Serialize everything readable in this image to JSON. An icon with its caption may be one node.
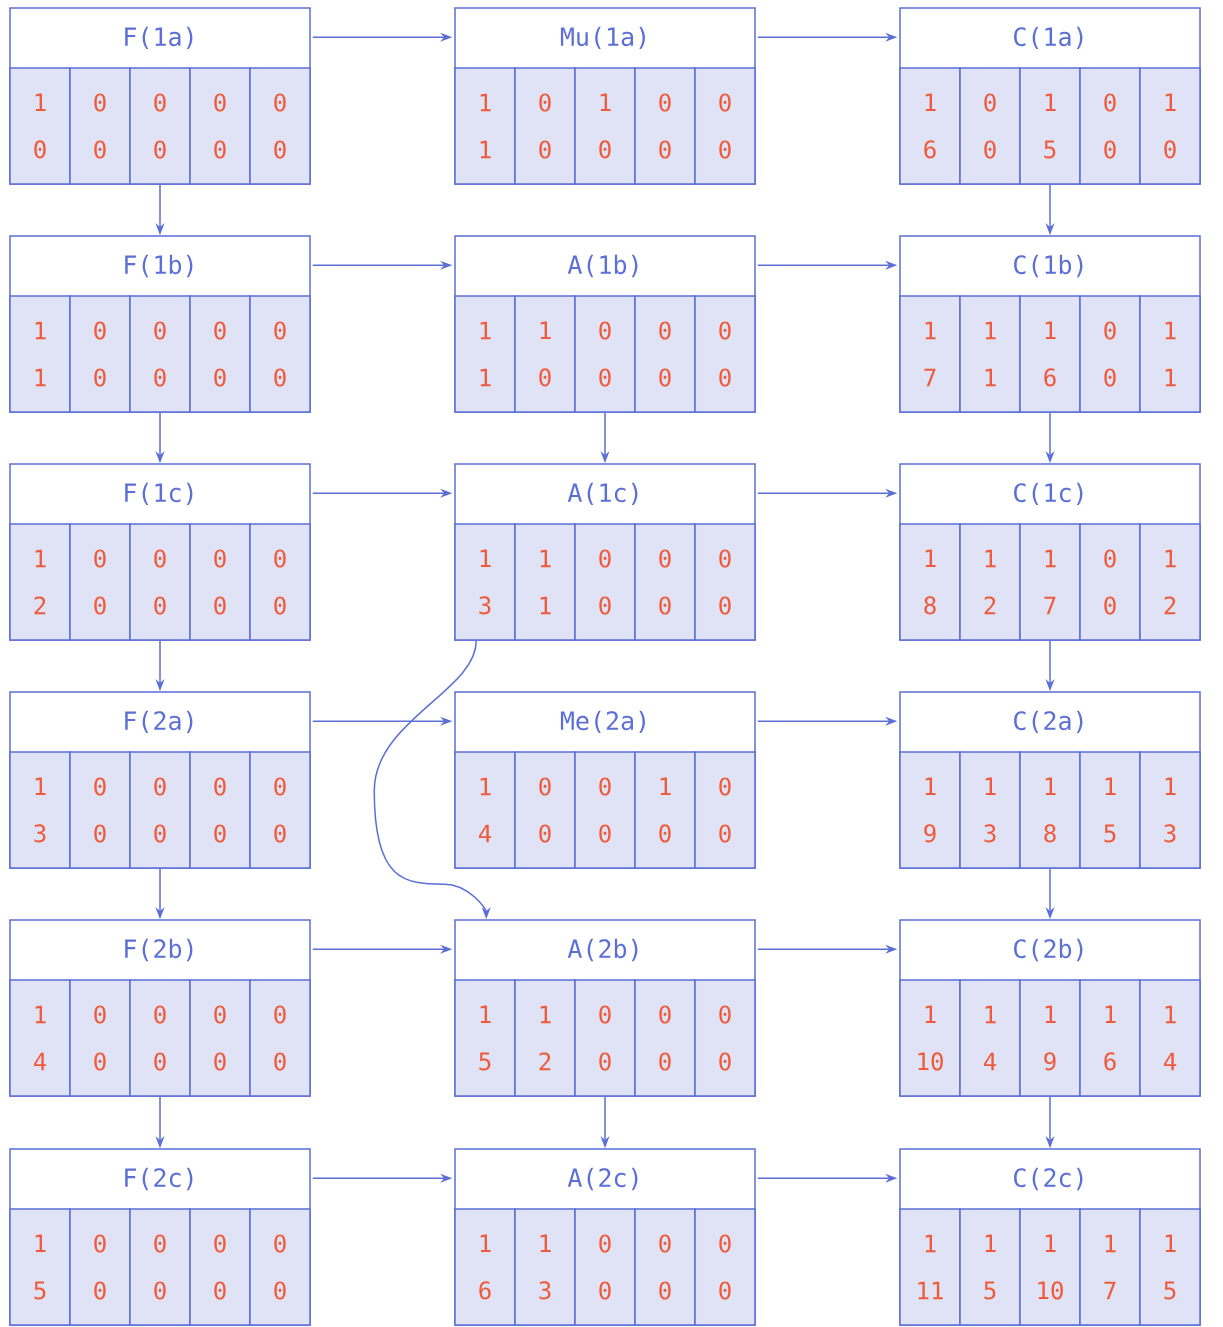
{
  "diagram": {
    "nodes": [
      {
        "text": [
          "F(1a)",
          "1 0",
          "0 0",
          "0 0",
          "0 0",
          "0 0"
        ]
      },
      {
        "text": [
          "Mu(1a)",
          "1 1",
          "0 0",
          "1 0",
          "0 0",
          "0 0"
        ]
      },
      {
        "text": [
          "C(1a)",
          "1 6",
          "0 0",
          "1 5",
          "0 0",
          "1 0"
        ]
      },
      {
        "text": [
          "F(1b)",
          "1 1",
          "0 0",
          "0 0",
          "0 0",
          "0 0"
        ]
      },
      {
        "text": [
          "A(1b)",
          "1 1",
          "1 0",
          "0 0",
          "0 0",
          "0 0"
        ]
      },
      {
        "text": [
          "C(1b)",
          "1 7",
          "1 1",
          "1 6",
          "0 0",
          "1 1"
        ]
      },
      {
        "text": [
          "F(1c)",
          "1 2",
          "0 0",
          "0 0",
          "0 0",
          "0 0"
        ]
      },
      {
        "text": [
          "A(1c)",
          "1 3",
          "1 1",
          "0 0",
          "0 0",
          "0 0"
        ]
      },
      {
        "text": [
          "C(1c)",
          "1 8",
          "1 2",
          "1 7",
          "0 0",
          "1 2"
        ]
      },
      {
        "text": [
          "F(2a)",
          "1 3",
          "0 0",
          "0 0",
          "0 0",
          "0 0"
        ]
      },
      {
        "text": [
          "Me(2a)",
          "1 4",
          "0 0",
          "0 0",
          "1 0",
          "0 0"
        ]
      },
      {
        "text": [
          "C(2a)",
          "1 9",
          "1 3",
          "1 8",
          "1 5",
          "1 3"
        ]
      },
      {
        "text": [
          "F(2b)",
          "1 4",
          "0 0",
          "0 0",
          "0 0",
          "0 0"
        ]
      },
      {
        "text": [
          "A(2b)",
          "1 5",
          "1 2",
          "0 0",
          "0 0",
          "0 0"
        ]
      },
      {
        "text": [
          "C(2b)",
          "1 10",
          "1 4",
          "1 9",
          "1 6",
          "1 4"
        ]
      },
      {
        "text": [
          "F(2c)",
          "1 5",
          "0 0",
          "0 0",
          "0 0",
          "0 0"
        ]
      },
      {
        "text": [
          "A(2c)",
          "1 6",
          "1 3",
          "0 0",
          "0 0",
          "0 0"
        ]
      },
      {
        "text": [
          "C(2c)",
          "1 11",
          "1 5",
          "1 10",
          "1 7",
          "1 5"
        ]
      }
    ],
    "edges": [
      {
        "from": 0,
        "to": 1,
        "arrow": "to"
      },
      {
        "from": 1,
        "to": 2,
        "arrow": "to"
      },
      {
        "from": 3,
        "to": 4,
        "arrow": "to"
      },
      {
        "from": 4,
        "to": 5,
        "arrow": "to"
      },
      {
        "from": 6,
        "to": 7,
        "arrow": "to"
      },
      {
        "from": 7,
        "to": 8,
        "arrow": "to"
      },
      {
        "from": 9,
        "to": 10,
        "arrow": "to"
      },
      {
        "from": 10,
        "to": 11,
        "arrow": "to"
      },
      {
        "from": 12,
        "to": 13,
        "arrow": "to"
      },
      {
        "from": 13,
        "to": 14,
        "arrow": "to"
      },
      {
        "from": 15,
        "to": 16,
        "arrow": "to"
      },
      {
        "from": 16,
        "to": 17,
        "arrow": "to"
      },
      {
        "from": 0,
        "to": 3,
        "arrow": "to"
      },
      {
        "from": 3,
        "to": 6,
        "arrow": "to"
      },
      {
        "from": 6,
        "to": 9,
        "arrow": "to"
      },
      {
        "from": 9,
        "to": 12,
        "arrow": "to"
      },
      {
        "from": 12,
        "to": 15,
        "arrow": "to"
      },
      {
        "from": 4,
        "to": 7,
        "arrow": "to"
      },
      {
        "from": 7,
        "to": 13,
        "arrow": "to"
      },
      {
        "from": 13,
        "to": 16,
        "arrow": "to"
      },
      {
        "from": 2,
        "to": 5,
        "arrow": "to"
      },
      {
        "from": 5,
        "to": 8,
        "arrow": "to"
      },
      {
        "from": 8,
        "to": 11,
        "arrow": "to"
      },
      {
        "from": 11,
        "to": 14,
        "arrow": "to"
      },
      {
        "from": 14,
        "to": 17,
        "arrow": "to"
      }
    ]
  }
}
